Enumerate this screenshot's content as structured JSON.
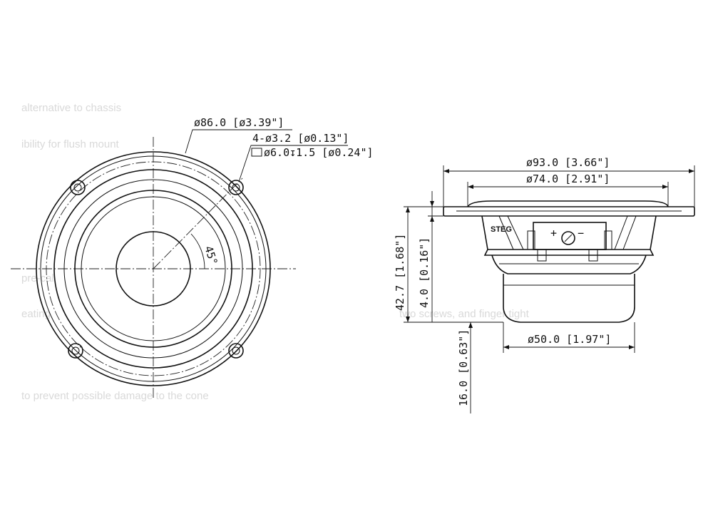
{
  "front_view": {
    "outer_diameter_label": "ø86.0 [ø3.39\"]",
    "hole_spec_label": "4-ø3.2 [ø0.13\"]",
    "counterbore_label": "ø6.0↧1.5 [ø0.24\"]",
    "angle_label": "45°"
  },
  "side_view": {
    "overall_diameter_label": "ø93.0 [3.66\"]",
    "cone_diameter_label": "ø74.0 [2.91\"]",
    "magnet_diameter_label": "ø50.0 [1.97\"]",
    "total_depth_label": "42.7 [1.68\"]",
    "flange_thickness_label": "4.0 [0.16\"]",
    "magnet_depth_label": "16.0 [0.63\"]",
    "brand_mark": "STEG",
    "terminal_plus": "+",
    "terminal_minus": "−"
  },
  "background_text": {
    "lines": [
      "alternative to chassis",
      "ibility for flush mount",
      "pre-cal",
      "eating",
      "two screws, and finger tight",
      "to prevent possible damage to the cone"
    ]
  }
}
